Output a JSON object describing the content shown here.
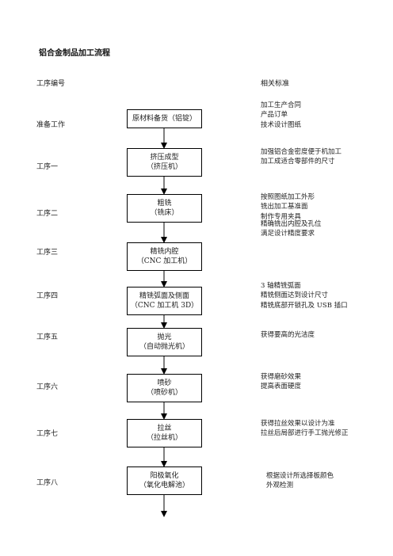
{
  "title": "铝合金制品加工流程",
  "headers": {
    "process_no": "工序编号",
    "standards": "相关标准"
  },
  "steps": [
    {
      "label": "准备工作",
      "box": [
        "原材料备货（铝锭）"
      ],
      "standards": [
        "加工生产合同",
        "产品订单",
        "技术设计图纸"
      ]
    },
    {
      "label": "工序一",
      "box": [
        "挤压成型",
        "（挤压机）"
      ],
      "standards": [
        "加强铝合金密度便于机加工",
        "加工成适合零部件的尺寸"
      ]
    },
    {
      "label": "工序二",
      "box": [
        "粗铣",
        "（铣床）"
      ],
      "standards": [
        "按照图纸加工外形",
        "铣出加工基准面",
        "制作专用夹具"
      ]
    },
    {
      "label": "工序三",
      "box": [
        "精铣内腔",
        "（CNC 加工机）"
      ],
      "standards": [
        "精确铣出内腔及孔位",
        "满足设计精度要求"
      ]
    },
    {
      "label": "工序四",
      "box": [
        "精铣弧面及侧面",
        "（CNC 加工机 3D）"
      ],
      "standards": [
        "3 轴精铣弧面",
        "精铣侧面达到设计尺寸",
        "精铣底部开锁孔及 USB 插口"
      ]
    },
    {
      "label": "工序五",
      "box": [
        "抛光",
        "（自动抛光机）"
      ],
      "standards": [
        "获得要高的光洁度"
      ]
    },
    {
      "label": "工序六",
      "box": [
        "喷砂",
        "（喷砂机）"
      ],
      "standards": [
        "获得磨砂效果",
        "提高表面硬度"
      ]
    },
    {
      "label": "工序七",
      "box": [
        "拉丝",
        "（拉丝机）"
      ],
      "standards": [
        "获得拉丝效果以设计为准",
        "拉丝后局部进行手工抛光修正"
      ]
    },
    {
      "label": "工序八",
      "box": [
        "阳极氧化",
        "（氧化电解池）"
      ],
      "standards": [
        "根据设计所选择板颜色",
        "外观检测"
      ]
    }
  ]
}
